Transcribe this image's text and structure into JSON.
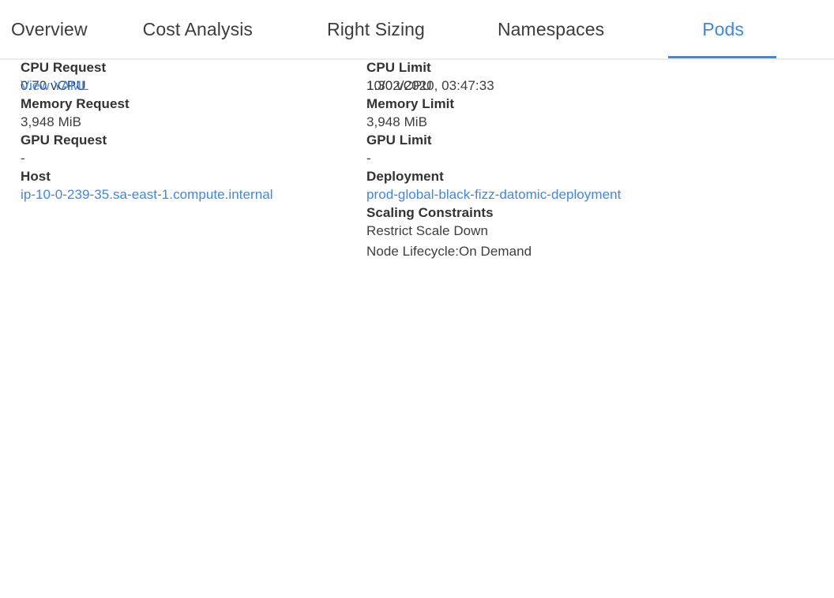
{
  "tabs": [
    {
      "label": "Overview",
      "active": false
    },
    {
      "label": "Cost Analysis",
      "active": false
    },
    {
      "label": "Right Sizing",
      "active": false
    },
    {
      "label": "Namespaces",
      "active": false
    },
    {
      "label": "Pods",
      "active": true
    }
  ],
  "colors": {
    "accent": "#3b87f0",
    "label_text": "#323232",
    "value_text": "#3d3d3d",
    "tab_text": "#3c3c3c",
    "divider": "#eceded",
    "background": "#ffffff"
  },
  "details": {
    "left": {
      "view_yaml_link": "View YAML",
      "cpu_request_label": "CPU Request",
      "cpu_request_value": "0.70 vCPU",
      "memory_request_label": "Memory Request",
      "memory_request_value": "3,948 MiB",
      "gpu_request_label": "GPU Request",
      "gpu_request_value": "-",
      "host_label": "Host",
      "host_value": "ip-10-0-239-35.sa-east-1.compute.internal"
    },
    "right": {
      "timestamp": "10/02/2020, 03:47:33",
      "cpu_limit_label": "CPU Limit",
      "cpu_limit_value": "1.30 vCPU",
      "memory_limit_label": "Memory Limit",
      "memory_limit_value": "3,948 MiB",
      "gpu_limit_label": "GPU Limit",
      "gpu_limit_value": "-",
      "deployment_label": "Deployment",
      "deployment_value": "prod-global-black-fizz-datomic-deployment",
      "scaling_constraints_label": "Scaling Constraints",
      "scaling_constraint_1": "Restrict Scale Down",
      "scaling_constraint_2": "Node Lifecycle:On Demand"
    }
  }
}
